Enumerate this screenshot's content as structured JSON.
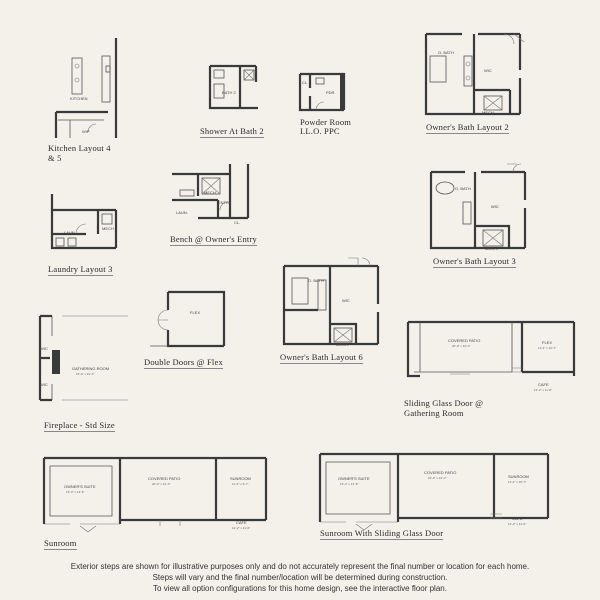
{
  "options": {
    "kitchen": {
      "label": "Kitchen Layout 4 & 5",
      "rooms": {
        "kitchen": "KITCHEN",
        "wip": "WIP"
      }
    },
    "shower_bath2": {
      "label": "Shower At Bath 2",
      "rooms": {
        "bath2": "BATH 2"
      }
    },
    "powder_room": {
      "label": "Powder Room I.L.O. PPC",
      "rooms": {
        "cl": "CL.",
        "pdr": "PDR."
      }
    },
    "owners_bath2": {
      "label": "Owner's Bath Layout 2",
      "rooms": {
        "obath": "O. BATH",
        "wic": "WIC",
        "mech": "MECH."
      }
    },
    "laundry3": {
      "label": "Laundry Layout 3",
      "rooms": {
        "laun": "LAUN.",
        "mech": "MECH"
      }
    },
    "bench": {
      "label": "Bench @ Owner's Entry",
      "rooms": {
        "laun": "LAUN.",
        "entry": "ENTRY",
        "mech": "MECH",
        "cl": "CL."
      }
    },
    "owners_bath3": {
      "label": "Owner's Bath Layout 3",
      "rooms": {
        "obath": "O. BATH",
        "wic": "WIC",
        "mech": "MECH."
      }
    },
    "fireplace": {
      "label": "Fireplace - Std Size",
      "rooms": {
        "wic1": "WIC",
        "wic2": "WIC",
        "gathering": "GATHERING ROOM",
        "gathering_dim": "15'-6\" x 16'-3\""
      }
    },
    "double_doors": {
      "label": "Double Doors @ Flex",
      "rooms": {
        "flex": "FLEX"
      }
    },
    "owners_bath6": {
      "label": "Owner's Bath Layout 6",
      "rooms": {
        "obath": "O. BATH",
        "wic": "WIC",
        "mech": "MECH."
      }
    },
    "sliding_gathering": {
      "label": "Sliding Glass Door @ Gathering Room",
      "rooms": {
        "patio": "COVERED PATIO",
        "patio_dim": "20'-0\" x 10'-0\"",
        "flex": "FLEX",
        "flex_dim": "11'-4\" x 10'-7\"",
        "cafe": "CAFE",
        "cafe_dim": "12'-2\" x 11'-0\""
      }
    },
    "sunroom": {
      "label": "Sunroom",
      "rooms": {
        "suite": "OWNER'S SUITE",
        "suite_dim": "15'-4\" x 13'-8\"",
        "patio": "COVERED PATIO",
        "patio_dim": "20'-0\" x 10'-0\"",
        "sunroom": "SUNROOM",
        "sunroom_dim": "11'-4\" x 9'-7\"",
        "cafe": "CAFE",
        "cafe_dim": "12'-2\" x 11'-0\""
      }
    },
    "sunroom_sliding": {
      "label": "Sunroom With Sliding Glass Door",
      "rooms": {
        "suite": "OWNER'S SUITE",
        "suite_dim": "15'-4\" x 13'-8\"",
        "patio": "COVERED PATIO",
        "patio_dim": "20'-0\" x 10'-0\"",
        "sunroom": "SUNROOM",
        "sunroom_dim": "11'-4\" x 10'-7\"",
        "cafe": "CAFE",
        "cafe_dim": "12'-2\" x 11'-0\""
      }
    }
  },
  "disclaimer": {
    "line1": "Exterior steps are shown for illustrative purposes only and do not accurately represent the final number or location for each home.",
    "line2": "Steps will vary and the final number/location will be determined during construction.",
    "line3": "To view all option configurations for this home design, see the interactive floor plan."
  }
}
